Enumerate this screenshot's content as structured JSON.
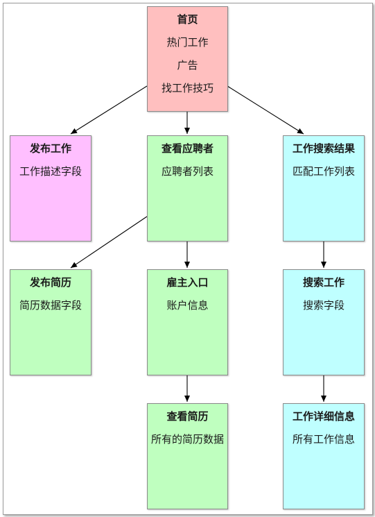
{
  "nodes": {
    "home": {
      "title": "首页",
      "lines": [
        "热门工作",
        "广告",
        "找工作技巧"
      ]
    },
    "post_job": {
      "title": "发布工作",
      "lines": [
        "工作描述字段"
      ]
    },
    "view_applicants": {
      "title": "查看应聘者",
      "lines": [
        "应聘者列表"
      ]
    },
    "job_search_results": {
      "title": "工作搜索结果",
      "lines": [
        "匹配工作列表"
      ]
    },
    "post_resume": {
      "title": "发布简历",
      "lines": [
        "简历数据字段"
      ]
    },
    "employer_entry": {
      "title": "雇主入口",
      "lines": [
        "账户信息"
      ]
    },
    "search_jobs": {
      "title": "搜索工作",
      "lines": [
        "搜索字段"
      ]
    },
    "view_resume": {
      "title": "查看简历",
      "lines": [
        "所有的简历数据"
      ]
    },
    "job_details": {
      "title": "工作详细信息",
      "lines": [
        "所有工作信息"
      ]
    }
  },
  "edges": [
    [
      "home",
      "post_job"
    ],
    [
      "home",
      "view_applicants"
    ],
    [
      "home",
      "job_search_results"
    ],
    [
      "view_applicants",
      "post_resume"
    ],
    [
      "view_applicants",
      "employer_entry"
    ],
    [
      "employer_entry",
      "view_resume"
    ],
    [
      "job_search_results",
      "search_jobs"
    ],
    [
      "search_jobs",
      "job_details"
    ]
  ],
  "colors": {
    "home": "#ffbfbf",
    "post_job": "#ffbfff",
    "green_nodes": "#bfffbf",
    "cyan_nodes": "#bfffff"
  }
}
